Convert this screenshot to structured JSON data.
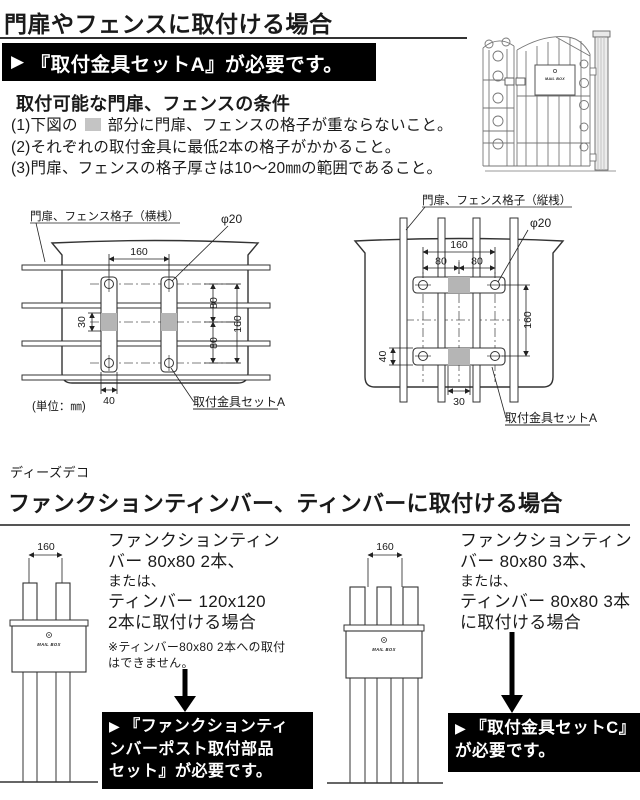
{
  "header": {
    "title": "門扉やフェンスに取付ける場合",
    "required_a": {
      "bullet": "▶",
      "text": "『取付金具セットA』が必要です。"
    },
    "conditions_heading": "取付可能な門扉、フェンスの条件",
    "cond1_pre": "(1)下図の",
    "cond1_post": "部分に門扉、フェンスの格子が重ならないこと。",
    "cond2": "(2)それぞれの取付金具に最低2本の格子がかかること。",
    "cond3": "(3)門扉、フェンスの格子厚さは10～20㎜の範囲であること。"
  },
  "gate_illustration": {
    "mailbox_label": "MAIL BOX"
  },
  "diagram_left": {
    "label": "門扉、フェンス格子（横桟）",
    "hole_dia": "φ20",
    "dim_top": "160",
    "dim_right_upper": "80",
    "dim_right_lower": "80",
    "dim_right_outer": "160",
    "dim_left": "30",
    "dim_bottom": "40",
    "unit": "(単位：㎜)",
    "part_label": "取付金具セットA"
  },
  "diagram_right": {
    "label": "門扉、フェンス格子（縦桟）",
    "hole_dia": "φ20",
    "dim_top": "160",
    "dim_top_left": "80",
    "dim_top_right": "80",
    "dim_right": "160",
    "dim_left": "40",
    "dim_bottom": "30",
    "part_label": "取付金具セットA"
  },
  "section2": {
    "brand": "ディーズデコ",
    "title": "ファンクションティンバー、ティンバーに取付ける場合"
  },
  "post_left": {
    "dim_top": "160",
    "mailbox_label": "MAIL BOX",
    "desc1": "ファンクションティン",
    "desc2": "バー 80x80 2本、",
    "or": "または、",
    "desc3": "ティンバー 120x120",
    "desc4": "2本に取付ける場合",
    "note1": "※ティンバー80x80 2本への取付",
    "note2": "はできません。",
    "required": {
      "bullet": "▶",
      "lines": [
        "『ファンクションティ",
        "ンバーポスト取付部品",
        "セット』が必要です。"
      ]
    }
  },
  "post_right": {
    "dim_top": "160",
    "mailbox_label": "MAIL BOX",
    "desc1": "ファンクションティン",
    "desc2": "バー 80x80 3本、",
    "or": "または、",
    "desc3": "ティンバー 80x80 3本",
    "desc4": "に取付ける場合",
    "required": {
      "bullet": "▶",
      "lines": [
        "『取付金具セットC』",
        "が必要です。"
      ]
    }
  },
  "colors": {
    "accent_black": "#000000",
    "shade_gray": "#b5b5b5",
    "swatch_gray": "#c4c4c4"
  }
}
